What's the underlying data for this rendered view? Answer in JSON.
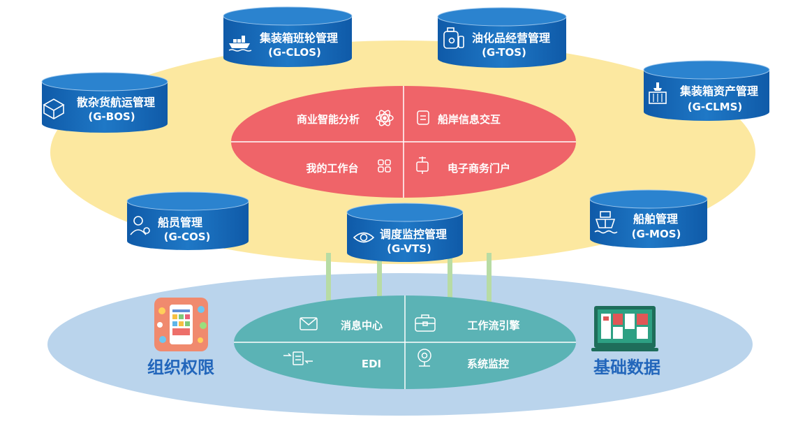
{
  "colors": {
    "platform_ellipse": "#fce8a0",
    "base_ellipse": "#bad4ec",
    "core_ellipse": "#ef6469",
    "base_core_ellipse": "#5bb3b5",
    "cylinder": "#1a6fbe",
    "cylinder_top": "#2b83cf",
    "connector": "#b8dca4",
    "side_label": "#2266bb"
  },
  "modules": {
    "clos": {
      "name": "集装箱班轮管理",
      "code": "(G-CLOS)",
      "icon": "ship-cargo-icon"
    },
    "tos": {
      "name": "油化品经营管理",
      "code": "(G-TOS)",
      "icon": "oil-can-icon"
    },
    "bos": {
      "name": "散杂货航运管理",
      "code": "(G-BOS)",
      "icon": "box-icon"
    },
    "clms": {
      "name": "集装箱资产管理",
      "code": "(G-CLMS)",
      "icon": "crane-container-icon"
    },
    "cos": {
      "name": "船员管理",
      "code": "(G-COS)",
      "icon": "crew-icon"
    },
    "vts": {
      "name": "调度监控管理",
      "code": "(G-VTS)",
      "icon": "eye-icon"
    },
    "mos": {
      "name": "船舶管理",
      "code": "(G-MOS)",
      "icon": "ship-icon"
    }
  },
  "core": {
    "top_left": "商业智能分析",
    "top_right": "船岸信息交互",
    "bottom_left": "我的工作台",
    "bottom_right": "电子商务门户"
  },
  "base": {
    "top_left": "消息中心",
    "top_right": "工作流引擎",
    "bottom_left": "EDI",
    "bottom_right": "系统监控"
  },
  "side": {
    "left": "组织权限",
    "right": "基础数据"
  }
}
